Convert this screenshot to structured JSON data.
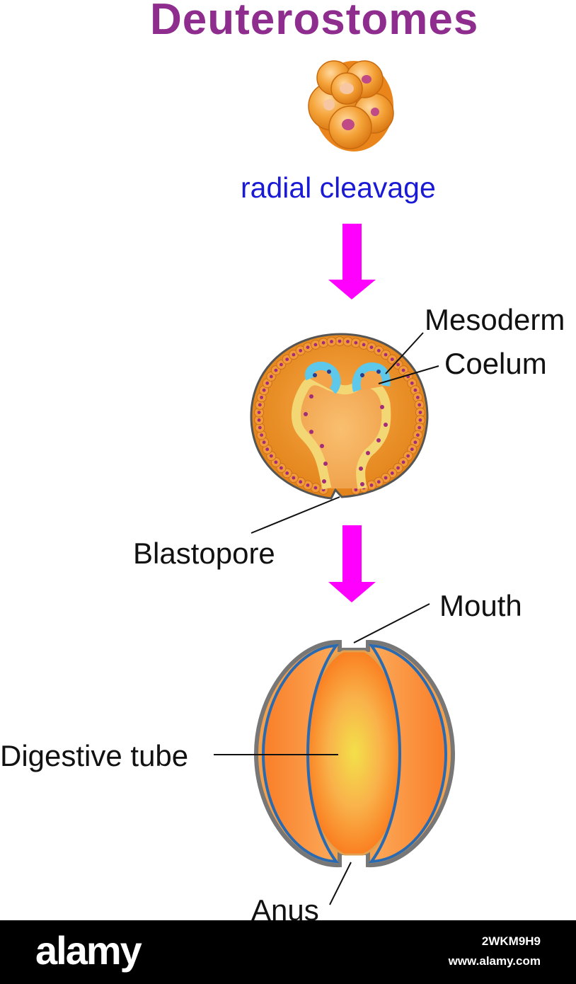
{
  "title": "Deuterostomes",
  "stage1_caption": "radial cleavage",
  "labels": {
    "mesoderm": "Mesoderm",
    "coelum": "Coelum",
    "blastopore": "Blastopore",
    "mouth": "Mouth",
    "digestive_tube": "Digestive tube",
    "anus": "Anus"
  },
  "colors": {
    "title": "#8e2d8e",
    "caption": "#1a1ad6",
    "arrow": "#ff00ff",
    "embryo_orange": "#f0921e",
    "mesoderm_blue": "#5ec8ea",
    "endoderm_yellow": "#f3d774",
    "coelom_line": "#2a6ab0"
  },
  "watermark": {
    "brand": "alamy",
    "image_id": "2WKM9H9",
    "url": "www.alamy.com"
  }
}
